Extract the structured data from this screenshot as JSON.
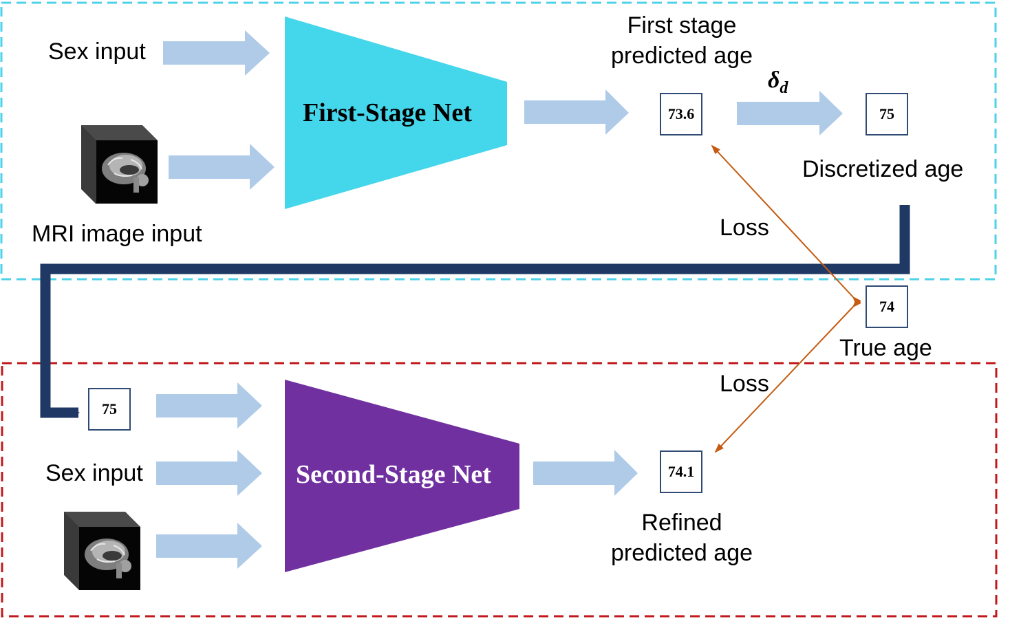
{
  "stage1": {
    "sex_label": "Sex input",
    "mri_label": "MRI image input",
    "net_label": "First-Stage Net",
    "predicted_title_line1": "First stage",
    "predicted_title_line2": "predicted age",
    "predicted_value": "73.6",
    "delta_symbol": "δ",
    "delta_sub": "d",
    "discretized_value": "75",
    "discretized_label": "Discretized age",
    "border_color": "#4dd2e8",
    "net_color": "#44d6ea"
  },
  "truth": {
    "value": "74",
    "label": "True age",
    "loss_top": "Loss",
    "loss_bottom": "Loss"
  },
  "stage2": {
    "input_value": "75",
    "sex_label": "Sex input",
    "net_label": "Second-Stage Net",
    "refined_value": "74.1",
    "refined_line1": "Refined",
    "refined_line2": "predicted age",
    "border_color": "#c0181c",
    "net_color": "#7030a0"
  },
  "colors": {
    "arrow_fill": "#afcbe8",
    "connector": "#1f3864",
    "loss_line": "#c55a11"
  }
}
